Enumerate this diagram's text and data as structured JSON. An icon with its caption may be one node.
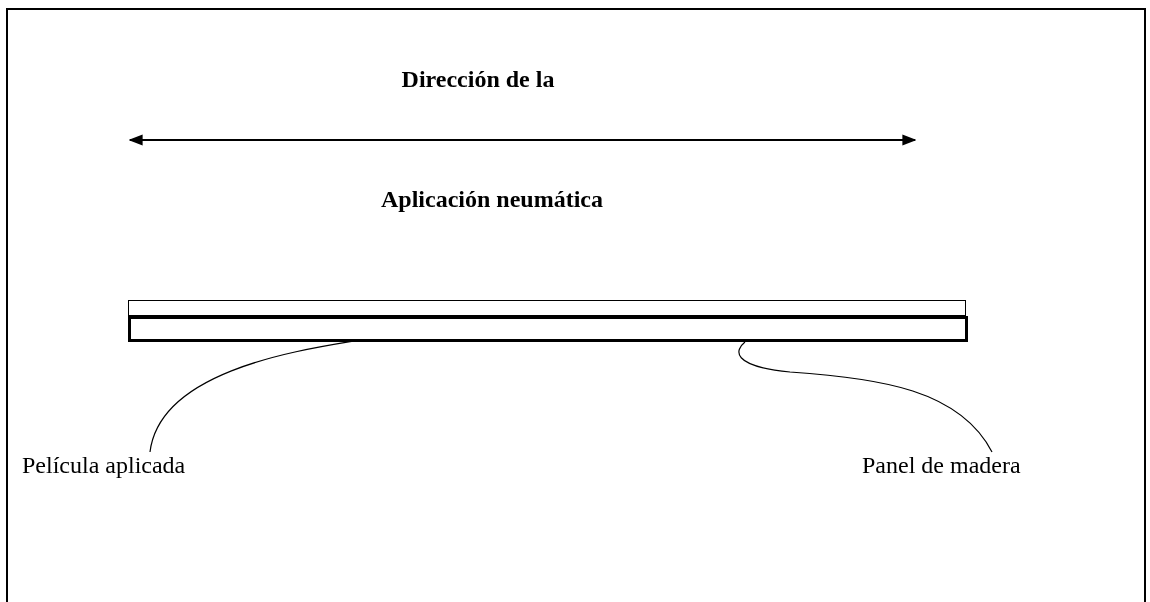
{
  "diagram": {
    "nodes": [
      {
        "text": [],
        "shape": "bar"
      },
      {
        "text": [],
        "shape": "bar"
      },
      {
        "text": [
          "Película aplicada"
        ]
      },
      {
        "text": [
          "Panel de madera"
        ]
      }
    ],
    "edges": [
      {
        "from": 2,
        "to": 0,
        "arrow": "none"
      },
      {
        "from": 3,
        "to": 1,
        "arrow": "none"
      }
    ],
    "labels": [
      "Dirección de la",
      "Aplicación neumática"
    ]
  }
}
